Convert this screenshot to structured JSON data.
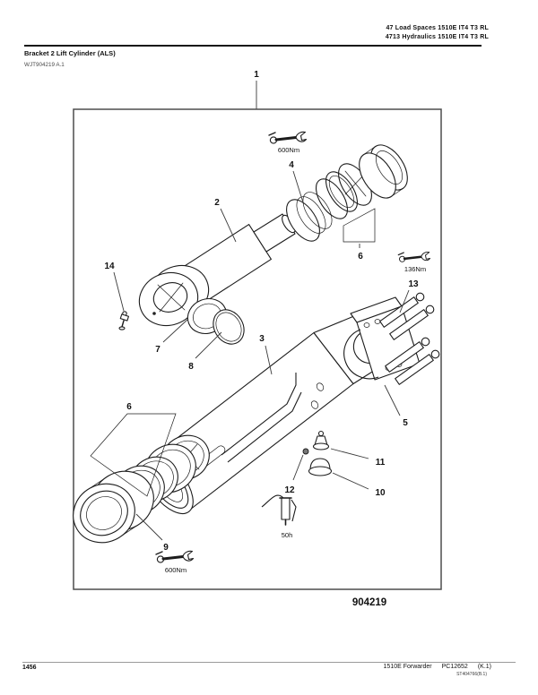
{
  "header": {
    "line1": "47 Load Spaces 1510E IT4 T3 RL",
    "line2": "4713 Hydraulics 1510E IT4 T3 RL"
  },
  "title": "Bracket 2 Lift Cylinder (ALS)",
  "doc_ref": "WJT904219 A.1",
  "figure": {
    "figure_number": "904219",
    "torque_top": "600Nm",
    "torque_right": "136Nm",
    "torque_bottom": "600Nm",
    "service_interval": "50h",
    "callouts": {
      "c1": "1",
      "c2": "2",
      "c3": "3",
      "c4": "4",
      "c5": "5",
      "c6_top": "6",
      "c6_bottom": "6",
      "c7": "7",
      "c8": "8",
      "c9": "9",
      "c10": "10",
      "c11": "11",
      "c12": "12",
      "c13": "13",
      "c14": "14"
    }
  },
  "footer": {
    "page_number": "1456",
    "doc_title": "1510E Forwarder",
    "catalog_number": "PC12652",
    "revision": "(K.1)",
    "sheet_ref": "ST404766(B.1)"
  },
  "colors": {
    "line": "#1c1c1c",
    "border": "#4d4d4d"
  }
}
